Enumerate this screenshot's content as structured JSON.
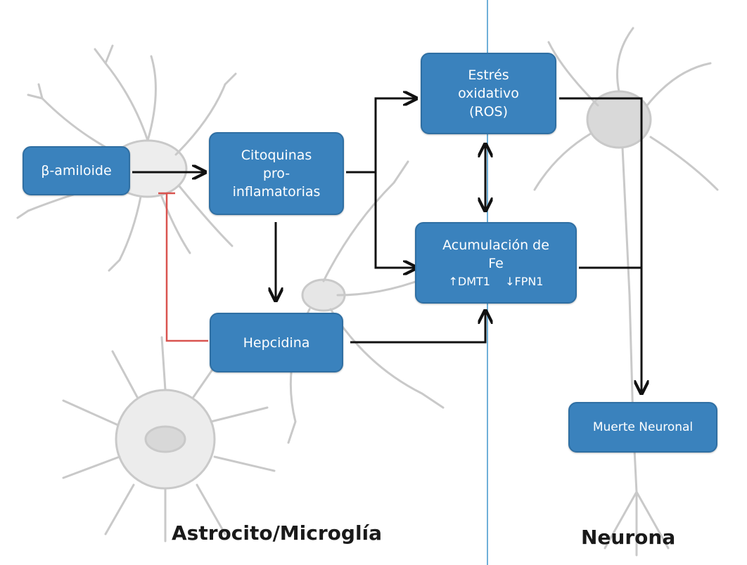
{
  "nodes": {
    "amyloid": "β-amiloide",
    "cytokines": [
      "Citoquinas",
      "pro-",
      "inflamatorias"
    ],
    "hepcidin": "Hepcidina",
    "stress": [
      "Estrés",
      "oxidativo",
      "(ROS)"
    ],
    "iron": {
      "lines": [
        "Acumulación de",
        "Fe"
      ],
      "markers": [
        "↑DMT1",
        "↓FPN1"
      ]
    },
    "death": "Muerte Neuronal"
  },
  "regions": {
    "left": "Astrocito/Microglía",
    "right": "Neurona"
  },
  "colors": {
    "node_fill": "#3a82bd",
    "arrow": "#111111",
    "inhibition": "#d9534f",
    "divider": "#6fb0d8"
  }
}
